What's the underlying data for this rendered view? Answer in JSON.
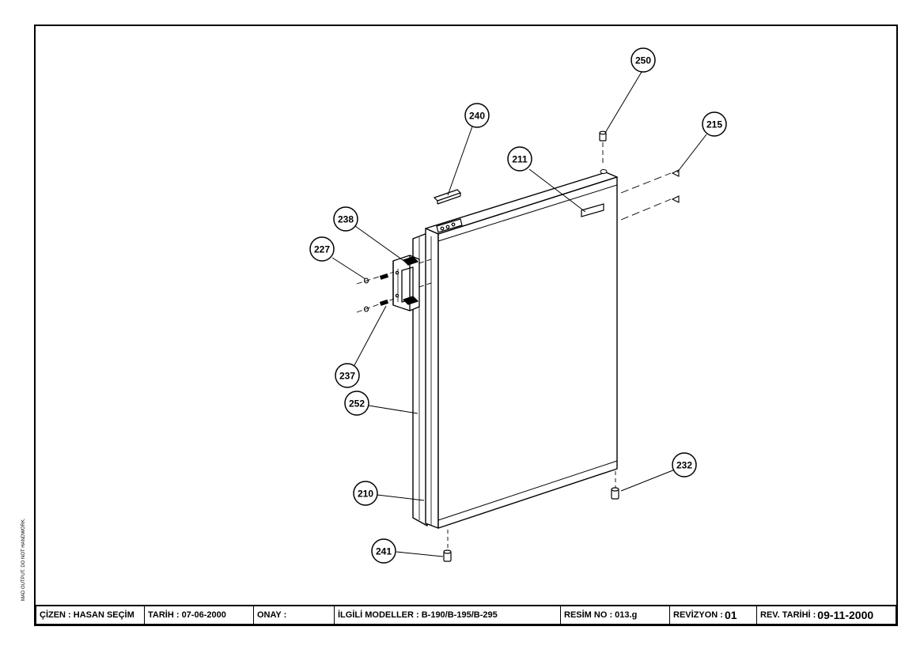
{
  "callouts": [
    {
      "id": "c250",
      "label": "250"
    },
    {
      "id": "c240",
      "label": "240"
    },
    {
      "id": "c215",
      "label": "215"
    },
    {
      "id": "c211",
      "label": "211"
    },
    {
      "id": "c238",
      "label": "238"
    },
    {
      "id": "c227",
      "label": "227"
    },
    {
      "id": "c237",
      "label": "237"
    },
    {
      "id": "c252",
      "label": "252"
    },
    {
      "id": "c232",
      "label": "232"
    },
    {
      "id": "c210",
      "label": "210"
    },
    {
      "id": "c241",
      "label": "241"
    }
  ],
  "title_block": {
    "cizen": "ÇİZEN : HASAN SEÇİM",
    "tarih": "TARİH : 07-06-2000",
    "onay": "ONAY :",
    "modeller": "İLGİLİ MODELLER : B-190/B-195/B-295",
    "resim_no": "RESİM NO : 013.g",
    "revizyon_label": "REVİZYON :",
    "revizyon_value": "01",
    "rev_tarihi_label": "REV. TARİHİ :",
    "rev_tarihi_value": "09-11-2000"
  },
  "side_note": "MAD OUTPUT. DO NOT HANDWORK."
}
